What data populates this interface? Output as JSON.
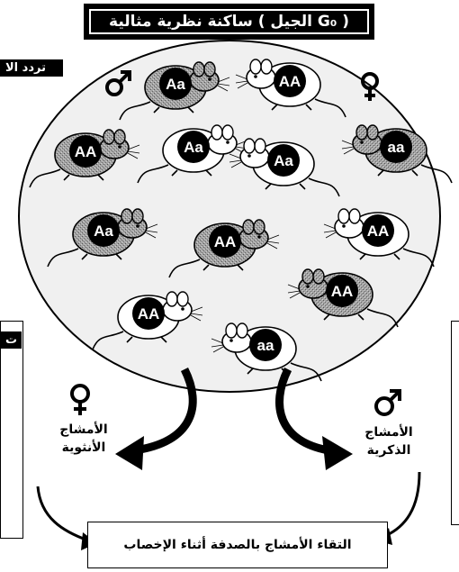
{
  "title": "ساكنة نظرية مثالية ( الجيل G₀ )",
  "left_top_tab": "تردد الا",
  "left_mid_tab": "ت",
  "female_gametes_label": "الأمشاج الأنثوية",
  "male_gametes_label": "الأمشاج الذكرية",
  "bottom_box_text": "التقاء الأمشاج بالصدفة أثناء الإخصاب",
  "mice": [
    {
      "genotype": "Aa",
      "fur": "gray"
    },
    {
      "genotype": "AA",
      "fur": "white"
    },
    {
      "genotype": "AA",
      "fur": "gray"
    },
    {
      "genotype": "Aa",
      "fur": "white"
    },
    {
      "genotype": "Aa",
      "fur": "white"
    },
    {
      "genotype": "aa",
      "fur": "gray"
    },
    {
      "genotype": "Aa",
      "fur": "gray"
    },
    {
      "genotype": "AA",
      "fur": "gray"
    },
    {
      "genotype": "AA",
      "fur": "white"
    },
    {
      "genotype": "AA",
      "fur": "white"
    },
    {
      "genotype": "AA",
      "fur": "gray"
    },
    {
      "genotype": "aa",
      "fur": "white"
    }
  ],
  "colors": {
    "gray_fur": "#9a9a9a",
    "white_fur": "#ffffff",
    "outline": "#000000"
  }
}
